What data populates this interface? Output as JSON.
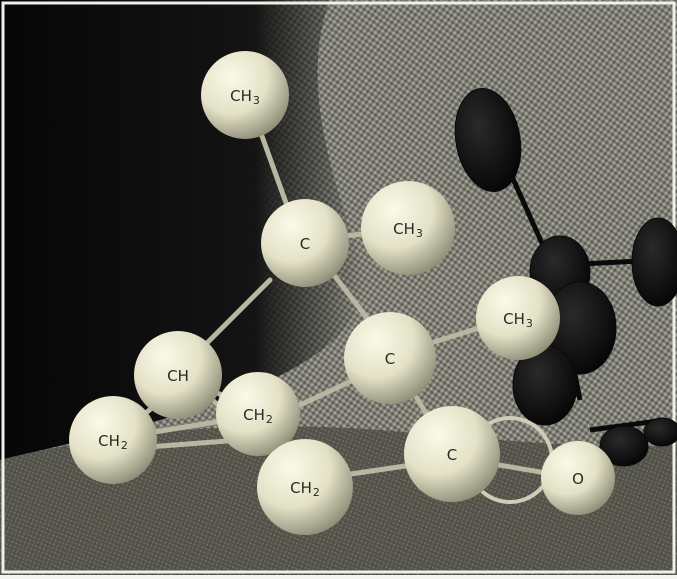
{
  "photo": {
    "subject": "ball-and-stick molecular model photograph",
    "colors": {
      "atom": "#e9e7cf",
      "atom_shadow": "#8f8e7a",
      "backdrop_dark": "#0b0b0b",
      "backdrop_cloth": "#7c7c72",
      "table": "#505046",
      "shadow": "#141414"
    },
    "atoms": [
      {
        "id": "ch3-top",
        "label": "CH3",
        "symbol": "CH",
        "subscript": "3"
      },
      {
        "id": "c-upper",
        "label": "C",
        "symbol": "C",
        "subscript": ""
      },
      {
        "id": "ch3-right-upper",
        "label": "CH3",
        "symbol": "CH",
        "subscript": "3"
      },
      {
        "id": "ch3-right",
        "label": "CH3",
        "symbol": "CH",
        "subscript": "3"
      },
      {
        "id": "c-center",
        "label": "C",
        "symbol": "C",
        "subscript": ""
      },
      {
        "id": "ch-left",
        "label": "CH",
        "symbol": "CH",
        "subscript": ""
      },
      {
        "id": "ch2-middle",
        "label": "CH2",
        "symbol": "CH",
        "subscript": "2"
      },
      {
        "id": "ch2-left",
        "label": "CH2",
        "symbol": "CH",
        "subscript": "2"
      },
      {
        "id": "ch2-bottom",
        "label": "CH2",
        "symbol": "CH",
        "subscript": "2"
      },
      {
        "id": "c-lower",
        "label": "C",
        "symbol": "C",
        "subscript": ""
      },
      {
        "id": "o-atom",
        "label": "O",
        "symbol": "O",
        "subscript": ""
      }
    ]
  }
}
